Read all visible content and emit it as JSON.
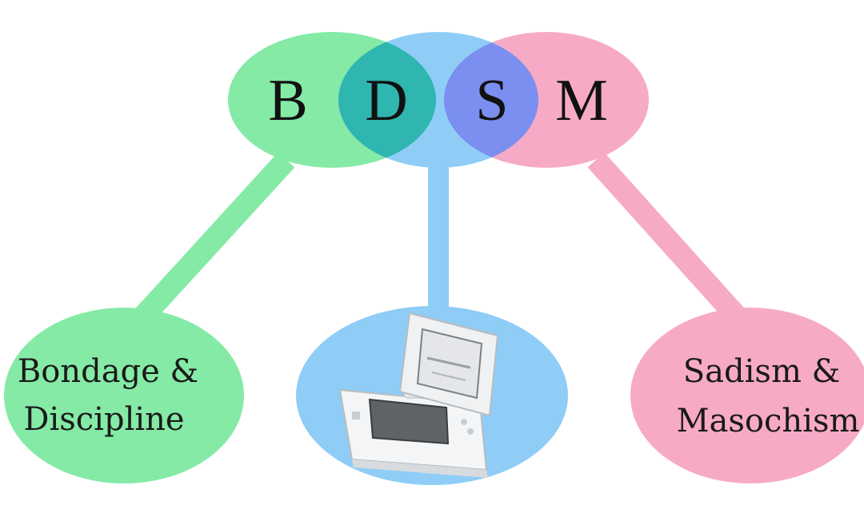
{
  "acronym": {
    "letters": [
      "B",
      "D",
      "S",
      "M"
    ]
  },
  "nodes": {
    "left": {
      "line1": "Bondage &",
      "line2": "Discipline"
    },
    "center": {
      "image": "nintendo-ds-handheld-console"
    },
    "right": {
      "line1": "Sadism &",
      "line2": "Masochism"
    }
  },
  "colors": {
    "green": "#84eaa6",
    "blue": "#8fcdf6",
    "pink": "#f7aac5",
    "green_blue_overlap": "#2fb6b0",
    "blue_pink_overlap": "#7b8ff0"
  }
}
